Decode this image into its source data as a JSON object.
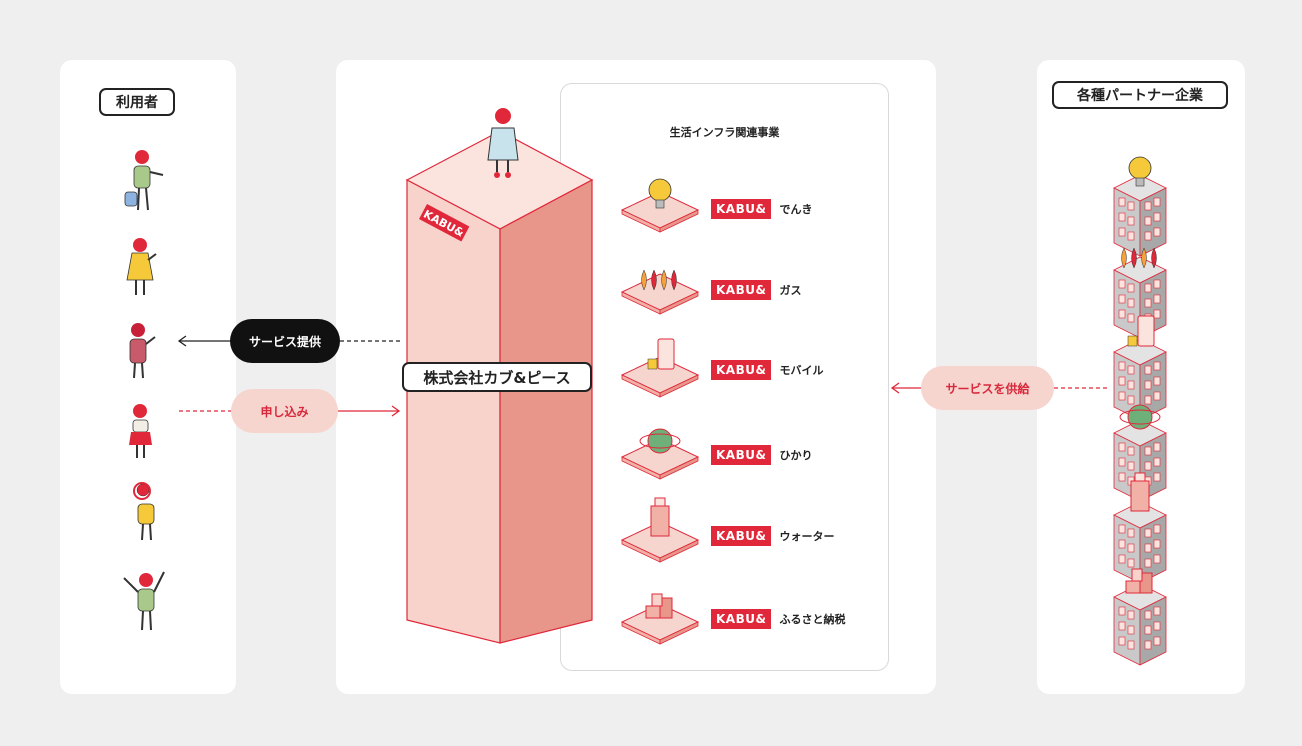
{
  "users": {
    "title": "利用者"
  },
  "partners": {
    "title": "各種パートナー企業"
  },
  "company": {
    "name": "株式会社カブ&ピース",
    "logo_text": "KABU&"
  },
  "flows": {
    "service_provision": "サービス提供",
    "application": "申し込み",
    "supply": "サービスを供給"
  },
  "infra": {
    "title": "生活インフラ関連事業",
    "brand": "KABU&",
    "services": [
      {
        "name": "でんき",
        "icon": "lightbulb-icon"
      },
      {
        "name": "ガス",
        "icon": "gas-flame-icon"
      },
      {
        "name": "モバイル",
        "icon": "smartphone-icon"
      },
      {
        "name": "ひかり",
        "icon": "globe-icon"
      },
      {
        "name": "ウォーター",
        "icon": "water-server-icon"
      },
      {
        "name": "ふるさと納税",
        "icon": "gift-boxes-icon"
      }
    ]
  },
  "colors": {
    "brand_red": "#e0283a",
    "pink_light": "#f6d5cf",
    "pink_mid": "#f2b1a6",
    "pink_dark": "#e8958a",
    "building_gray": "#c9c9c9"
  }
}
